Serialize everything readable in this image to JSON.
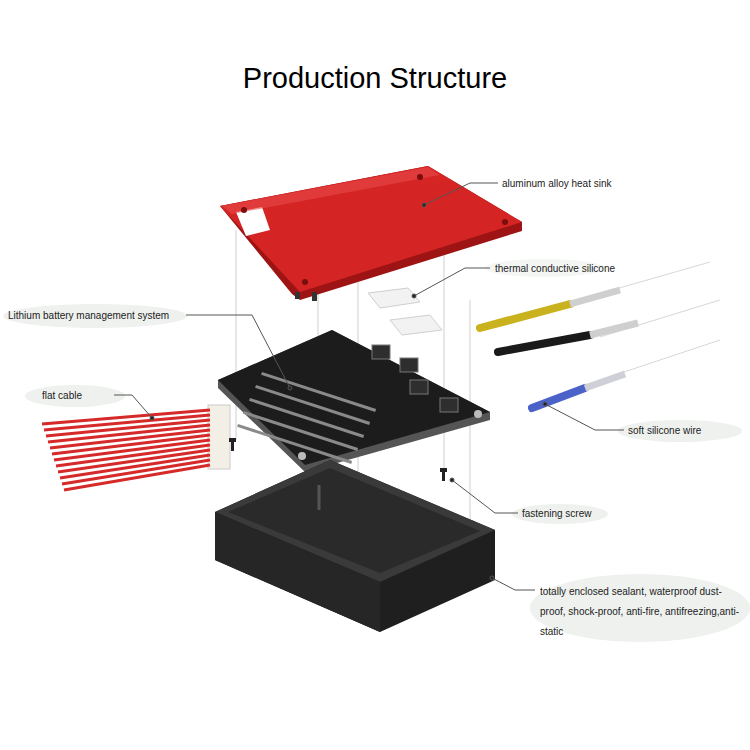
{
  "diagram": {
    "title": "Production Structure",
    "labels": [
      "aluminum alloy heat sink",
      "thermal conductive silicone",
      "Lithium battery management system",
      "flat cable",
      "soft silicone wire",
      "fastening screw",
      "totally enclosed sealant, waterproof dust-proof, shock-proof, anti-fire, antifreezing,anti-static"
    ]
  }
}
